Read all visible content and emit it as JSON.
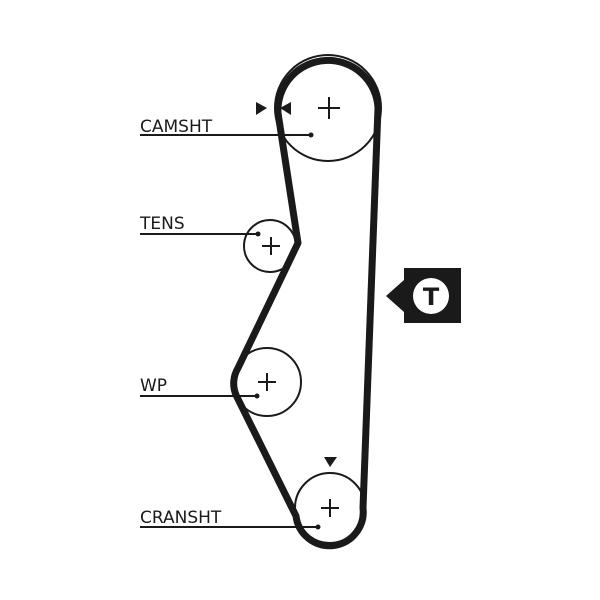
{
  "diagram": {
    "labels": {
      "camshaft": "CAMSHT",
      "tensioner": "TENS",
      "water_pump": "WP",
      "crankshaft": "CRANSHT"
    },
    "tension_badge": "T"
  },
  "colors": {
    "belt": "#1a1a1a",
    "pulley_stroke": "#1a1a1a",
    "badge_bg": "#1a1a1a",
    "badge_text": "#1a1a1a",
    "background": "#ffffff"
  }
}
